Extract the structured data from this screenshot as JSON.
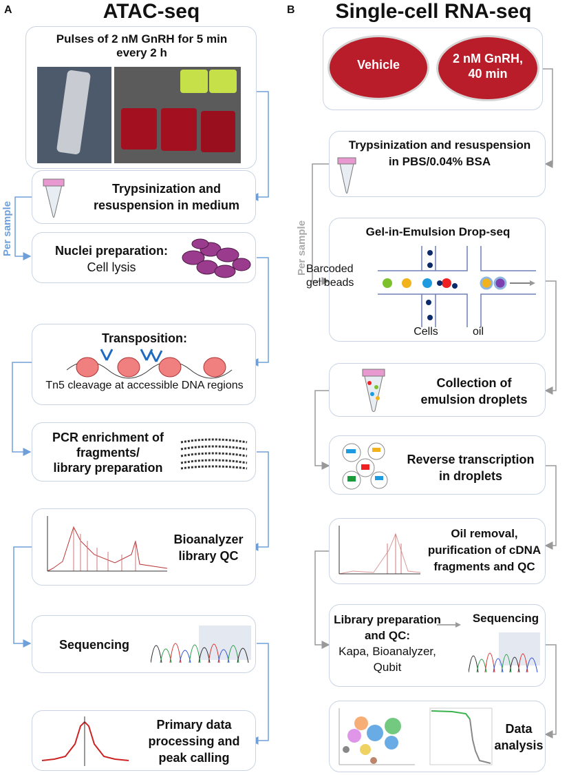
{
  "panel_a": {
    "letter": "A",
    "title": "ATAC-seq",
    "side_label": "Per sample",
    "steps": {
      "gnrh_pulse": "Pulses of 2 nM GnRH for 5 min every 2 h",
      "trypsin_1": "Trypsinization and",
      "trypsin_2": "resuspension in medium",
      "nuclei_1": "Nuclei preparation:",
      "nuclei_2": "Cell lysis",
      "transposition_1": "Transposition:",
      "transposition_2": "Tn5 cleavage at accessible DNA regions",
      "pcr_1": "PCR enrichment of",
      "pcr_2": "fragments/",
      "pcr_3": "library preparation",
      "bioanalyzer_1": "Bioanalyzer",
      "bioanalyzer_2": "library QC",
      "sequencing": "Sequencing",
      "primary_1": "Primary data",
      "primary_2": "processing and",
      "primary_3": "peak calling"
    }
  },
  "panel_b": {
    "letter": "B",
    "title": "Single-cell RNA-seq",
    "side_label": "Per sample",
    "dishes": {
      "vehicle": "Vehicle",
      "gnrh_1": "2 nM GnRH,",
      "gnrh_2": "40 min"
    },
    "steps": {
      "trypsin_1": "Trypsinization and resuspension",
      "trypsin_2": "in PBS/0.04% BSA",
      "gem_title": "Gel-in-Emulsion Drop-seq",
      "gem_beads_1": "Barcoded",
      "gem_beads_2": "gel beads",
      "gem_cells": "Cells",
      "gem_oil": "oil",
      "collection_1": "Collection of",
      "collection_2": "emulsion droplets",
      "rt_1": "Reverse transcription",
      "rt_2": "in droplets",
      "oil_1": "Oil removal,",
      "oil_2": "purification of cDNA",
      "oil_3": "fragments and QC",
      "lib_1": "Library preparation",
      "lib_2": "and QC:",
      "lib_3": "Kapa, Bioanalyzer,",
      "lib_4": "Qubit",
      "seq": "Sequencing",
      "data_1": "Data",
      "data_2": "analysis"
    }
  },
  "colors": {
    "connector_a": "#6f9fd8",
    "connector_b": "#9a9a9a",
    "dish": "#d9363e",
    "box_border": "#c9d3e3"
  }
}
